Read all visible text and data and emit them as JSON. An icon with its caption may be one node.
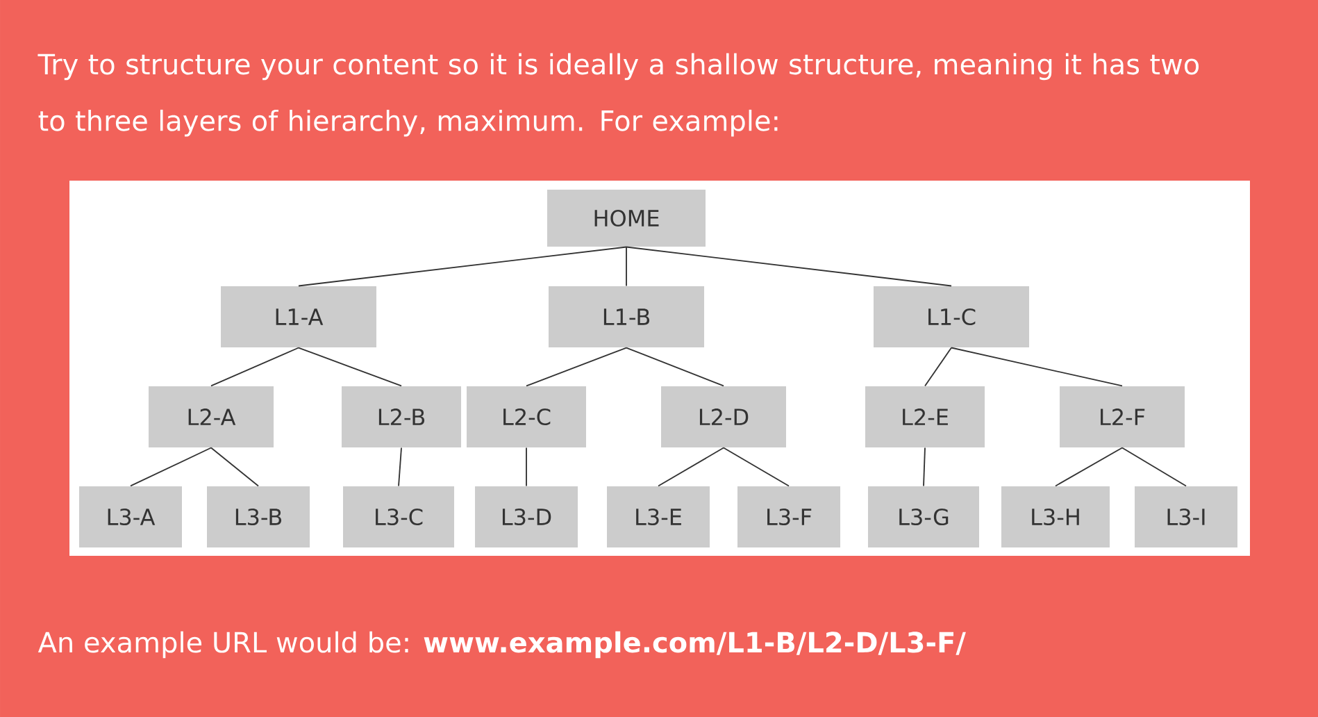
{
  "diagram": {
    "title": "Try to structure your content so it is ideally a shallow structure, meaning it has two to three layers of hierarchy, maximum. For example:",
    "caption": "An example URL would be: **www.example.com/L1-B/L2-D/L3-F/**",
    "nodes": [
      {
        "text": [
          "HOME"
        ]
      },
      {
        "text": [
          "L1-A"
        ]
      },
      {
        "text": [
          "L1-B"
        ]
      },
      {
        "text": [
          "L1-C"
        ]
      },
      {
        "text": [
          "L2-A"
        ]
      },
      {
        "text": [
          "L2-B"
        ]
      },
      {
        "text": [
          "L2-C"
        ]
      },
      {
        "text": [
          "L2-D"
        ]
      },
      {
        "text": [
          "L2-E"
        ]
      },
      {
        "text": [
          "L2-F"
        ]
      },
      {
        "text": [
          "L3-A"
        ]
      },
      {
        "text": [
          "L3-B"
        ]
      },
      {
        "text": [
          "L3-C"
        ]
      },
      {
        "text": [
          "L3-D"
        ]
      },
      {
        "text": [
          "L3-E"
        ]
      },
      {
        "text": [
          "L3-F"
        ]
      },
      {
        "text": [
          "L3-G"
        ]
      },
      {
        "text": [
          "L3-H"
        ]
      },
      {
        "text": [
          "L3-I"
        ]
      }
    ],
    "edges": [
      {
        "from": 0,
        "to": 1,
        "arrow": "none"
      },
      {
        "from": 0,
        "to": 2,
        "arrow": "none"
      },
      {
        "from": 0,
        "to": 3,
        "arrow": "none"
      },
      {
        "from": 1,
        "to": 4,
        "arrow": "none"
      },
      {
        "from": 1,
        "to": 5,
        "arrow": "none"
      },
      {
        "from": 2,
        "to": 6,
        "arrow": "none"
      },
      {
        "from": 2,
        "to": 7,
        "arrow": "none"
      },
      {
        "from": 3,
        "to": 8,
        "arrow": "none"
      },
      {
        "from": 3,
        "to": 9,
        "arrow": "none"
      },
      {
        "from": 4,
        "to": 10,
        "arrow": "none"
      },
      {
        "from": 4,
        "to": 11,
        "arrow": "none"
      },
      {
        "from": 5,
        "to": 12,
        "arrow": "none"
      },
      {
        "from": 6,
        "to": 13,
        "arrow": "none"
      },
      {
        "from": 7,
        "to": 14,
        "arrow": "none"
      },
      {
        "from": 7,
        "to": 15,
        "arrow": "none"
      },
      {
        "from": 8,
        "to": 16,
        "arrow": "none"
      },
      {
        "from": 9,
        "to": 17,
        "arrow": "none"
      },
      {
        "from": 9,
        "to": 18,
        "arrow": "none"
      }
    ]
  }
}
